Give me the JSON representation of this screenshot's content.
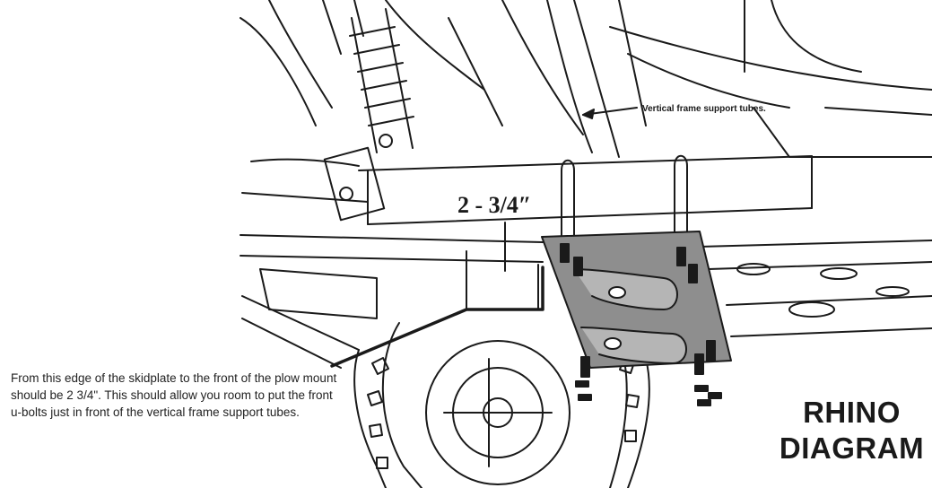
{
  "diagram": {
    "callout_label": "Vertical frame support tubes.",
    "dimension_label": "2 - 3/4″",
    "note": "From this edge of the skidplate to the front of the plow mount should be 2 3/4\". This should allow you room to put the front u-bolts just in front of the vertical frame support tubes.",
    "title_line1": "RHINO",
    "title_line2": "DIAGRAM"
  },
  "colors": {
    "line": "#1a1a1a",
    "skidplate_fill": "#8e8e8e",
    "background": "#ffffff"
  }
}
